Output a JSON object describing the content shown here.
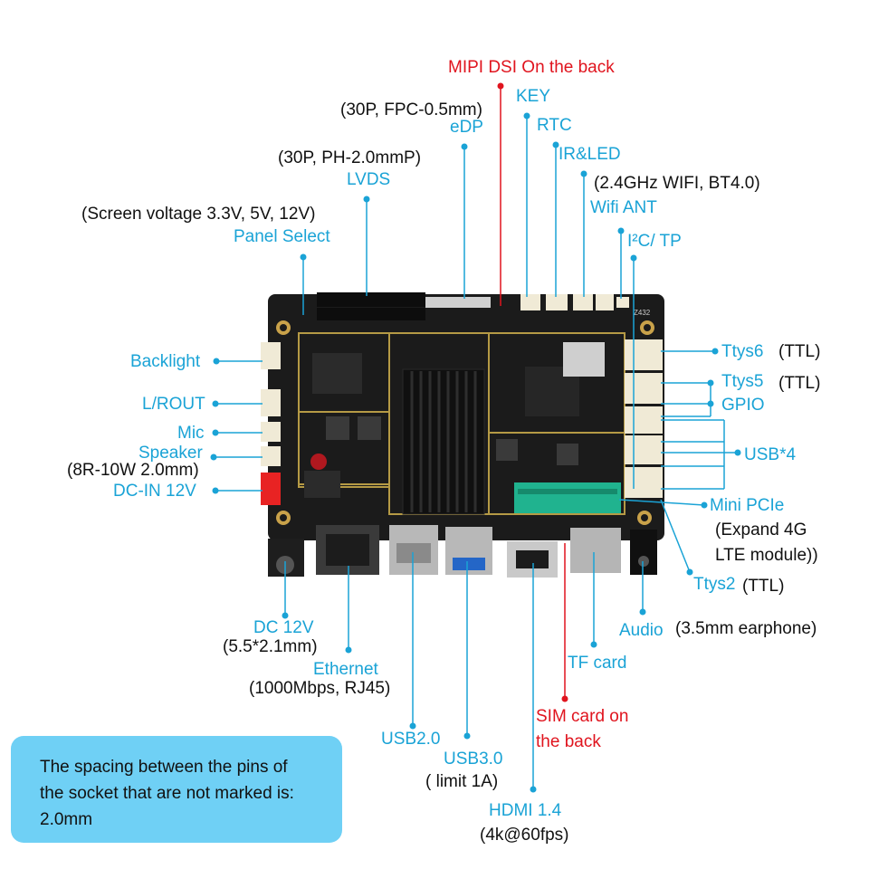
{
  "colors": {
    "label": "#1aa3d6",
    "back_label": "#e0141e",
    "spec": "#111111",
    "note_bg": "#6fd0f5",
    "board": "#1b1b1b",
    "heatsink": "#111111",
    "pcie": "#20b38f",
    "connector": "#f0ead6"
  },
  "top": {
    "mipi": "MIPI  DSI On the back",
    "edp_spec": "(30P, FPC-0.5mm)",
    "edp": "eDP",
    "key": "KEY",
    "rtc": "RTC",
    "irled": "IR&LED",
    "lvds_spec": "(30P, PH-2.0mmP)",
    "lvds": "LVDS",
    "wifi_spec": "(2.4GHz WIFI, BT4.0)",
    "wifi": "Wifi ANT",
    "panel_spec": "(Screen voltage 3.3V, 5V, 12V)",
    "panel": "Panel Select",
    "i2c": "I²C/ TP"
  },
  "left": {
    "backlight": "Backlight",
    "lrout": "L/ROUT",
    "mic": "Mic",
    "speaker": "Speaker",
    "speaker_spec": "(8R-10W 2.0mm)",
    "dcin": "DC-IN 12V"
  },
  "right": {
    "ttys6": "Ttys6",
    "ttys6_spec": "(TTL)",
    "ttys5": "Ttys5",
    "ttys5_spec": "(TTL)",
    "gpio": "GPIO",
    "usb4": "USB*4",
    "minipcie": "Mini PCIe",
    "minipcie_spec1": "(Expand 4G",
    "minipcie_spec2": "LTE module))",
    "ttys2": "Ttys2",
    "ttys2_spec": "(TTL)"
  },
  "bottom": {
    "dc12": "DC 12V",
    "dc12_spec": "(5.5*2.1mm)",
    "ethernet": "Ethernet",
    "ethernet_spec": "(1000Mbps, RJ45)",
    "usb20": "USB2.0",
    "usb30": "USB3.0",
    "usb30_spec": "( limit 1A)",
    "hdmi": "HDMI 1.4",
    "hdmi_spec": "(4k@60fps)",
    "sim1": "SIM card  on",
    "sim2": "the back",
    "tfcard": "TF card",
    "audio": "Audio",
    "audio_spec": "(3.5mm earphone)"
  },
  "note": {
    "line1": "The spacing between the pins of",
    "line2": "the socket that are not marked is:",
    "line3": "2.0mm"
  },
  "board_text": {
    "silk_z432": "Z432"
  }
}
